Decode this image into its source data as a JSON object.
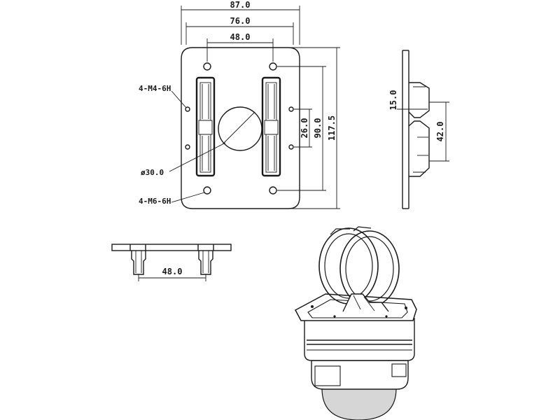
{
  "top_view": {
    "dim_overall_width": "87.0",
    "dim_mid_width": "76.0",
    "dim_inner_width": "48.0",
    "dim_slot_offset": "26.0",
    "dim_hole_spacing": "90.0",
    "dim_overall_height": "117.5",
    "label_m4": "4-M4-6H",
    "label_diameter": "ø30.0",
    "label_m6": "4-M6-6H"
  },
  "side_view": {
    "dim_width": "15.0",
    "dim_height": "42.0"
  },
  "front_view": {
    "dim_width": "48.0"
  }
}
